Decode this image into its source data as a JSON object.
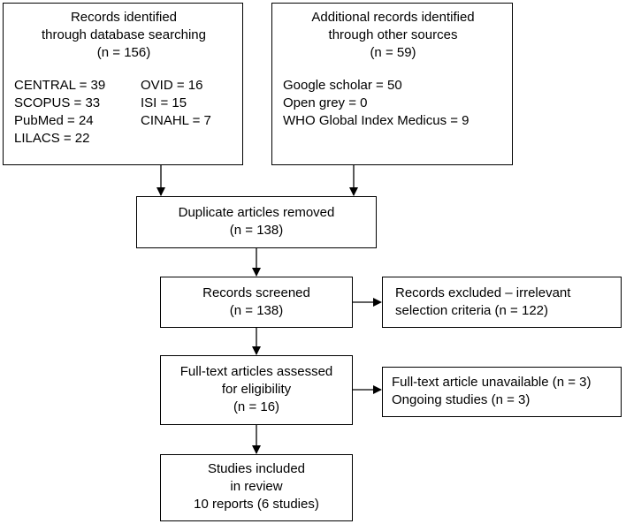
{
  "boxes": {
    "database_search": {
      "title_lines": [
        "Records identified",
        "through database searching",
        "(n = 156)"
      ],
      "sources_left": [
        "CENTRAL = 39",
        "SCOPUS = 33",
        "PubMed = 24",
        "LILACS = 22"
      ],
      "sources_right": [
        "OVID = 16",
        "ISI = 15",
        "CINAHL = 7"
      ]
    },
    "other_sources": {
      "title_lines": [
        "Additional records identified",
        "through other sources",
        "(n = 59)"
      ],
      "sources": [
        "Google scholar = 50",
        "Open grey = 0",
        "WHO Global Index Medicus = 9"
      ]
    },
    "duplicates_removed": {
      "lines": [
        "Duplicate articles removed",
        "(n = 138)"
      ]
    },
    "records_screened": {
      "lines": [
        "Records screened",
        "(n = 138)"
      ]
    },
    "records_excluded": {
      "lines": [
        "Records excluded – irrelevant",
        "selection criteria (n = 122)"
      ]
    },
    "full_text_assessed": {
      "lines": [
        "Full-text articles assessed",
        "for eligibility",
        "(n = 16)"
      ]
    },
    "full_text_excluded": {
      "lines": [
        "Full-text article unavailable (n = 3)",
        "Ongoing studies (n = 3)"
      ]
    },
    "studies_included": {
      "lines": [
        "Studies included",
        "in review",
        "10 reports (6 studies)"
      ]
    }
  }
}
